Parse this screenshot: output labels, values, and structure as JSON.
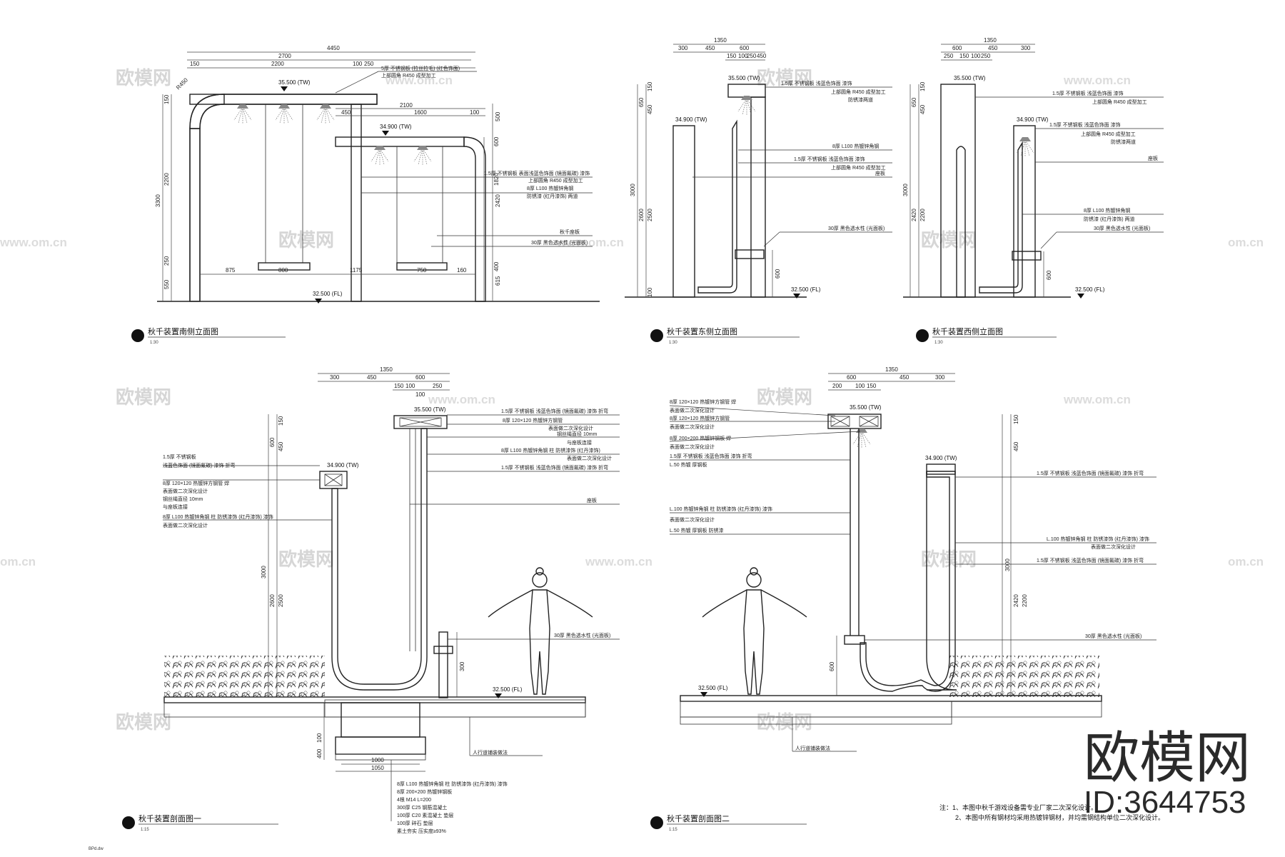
{
  "brand": {
    "logo_text": "欧模网",
    "id_text": "ID:3644753"
  },
  "watermark": {
    "text": "欧模网",
    "url": "www.om.cn",
    "url_short": "om.cn"
  },
  "corner_label": "BPd.dw",
  "footnotes": [
    "注：1、本图中秋千游戏设备需专业厂家二次深化设计。",
    "2、本图中所有钢材均采用热镀锌钢材，并均需钢结构单位二次深化设计。"
  ],
  "panels": [
    {
      "title": "秋千装置南侧立面图",
      "scale": "1:30",
      "top_dims": [
        "4450",
        "2700",
        "150",
        "2200",
        "100",
        "250",
        "2100",
        "1600",
        "450",
        "100"
      ],
      "side_dims": [
        "3300",
        "2200",
        "2420",
        "1820",
        "150",
        "550",
        "250",
        "500",
        "600",
        "400",
        "615"
      ],
      "bottom_dims": [
        "875",
        "800",
        "1175",
        "750",
        "160"
      ],
      "radius_label": "R450",
      "elevations": [
        "35.500 (TW)",
        "34.900 (TW)",
        "32.500 (FL)"
      ],
      "notes": [
        "5厚 不锈钢板 (拉丝拉毛) (红色饰面)",
        "上部圆角 R450 成型加工",
        "1.5厚 不锈钢板 表面浅蓝色饰面 (镜面氟碳) 漆饰",
        "上部圆角 R450 成型加工",
        "8厚 L100 热镀锌角钢",
        "防锈漆 (红丹漆饰) 两道",
        "秋千座板",
        "30厚 黑色透水性 (光面板)"
      ]
    },
    {
      "title": "秋千装置东侧立面图",
      "scale": "1:30",
      "top_dims": [
        "1350",
        "300",
        "450",
        "600",
        "150",
        "100",
        "250",
        "450"
      ],
      "side_dims": [
        "3000",
        "2600",
        "2500",
        "650",
        "450",
        "150",
        "600",
        "100"
      ],
      "elevations": [
        "35.500 (TW)",
        "34.900 (TW)",
        "32.500 (FL)"
      ],
      "notes": [
        "1.5厚 不锈钢板 浅蓝色饰面 漆饰",
        "上部圆角 R450 成型加工",
        "防锈漆两道",
        "8厚 L100 热镀锌角钢",
        "1.5厚 不锈钢板 浅蓝色饰面 漆饰",
        "上部圆角 R450 成型加工",
        "座板",
        "30厚 黑色透水性 (光面板)"
      ]
    },
    {
      "title": "秋千装置西侧立面图",
      "scale": "1:30",
      "top_dims": [
        "1350",
        "600",
        "450",
        "300",
        "250",
        "150",
        "100",
        "250"
      ],
      "side_dims": [
        "3000",
        "2420",
        "2200",
        "650",
        "450",
        "150",
        "600"
      ],
      "elevations": [
        "35.500 (TW)",
        "34.900 (TW)",
        "32.500 (FL)"
      ],
      "notes": [
        "1.5厚 不锈钢板 浅蓝色饰面 漆饰",
        "上部圆角 R450 成型加工",
        "1.5厚 不锈钢板 浅蓝色饰面 漆饰",
        "上部圆角 R450 成型加工",
        "防锈漆两道",
        "座板",
        "8厚 L100 热镀锌角钢",
        "防锈漆 (红丹漆饰) 两道",
        "30厚 黑色透水性 (光面板)"
      ]
    },
    {
      "title": "秋千装置剖面图一",
      "scale": "1:15",
      "top_dims": [
        "1350",
        "300",
        "450",
        "600",
        "150",
        "100",
        "250",
        "100"
      ],
      "side_dims": [
        "3000",
        "2600",
        "2500",
        "150",
        "450",
        "600",
        "300",
        "100",
        "400",
        "1050",
        "1000"
      ],
      "elevations": [
        "35.500 (TW)",
        "34.900 (TW)",
        "32.500 (FL)"
      ],
      "notes_left": [
        "1.5厚 不锈钢板",
        "浅蓝色饰面 (镜面氟碳) 漆饰 折弯",
        "8厚 120×120 热镀锌方钢管 焊",
        "表面做二次深化设计",
        "钢丝绳直径 10mm",
        "与座板连接",
        "8厚 L100 热镀锌角钢 柱 防锈漆饰 (红丹漆饰) 漆饰",
        "表面做二次深化设计"
      ],
      "notes_right": [
        "1.5厚 不锈钢板 浅蓝色饰面 (镜面氟碳) 漆饰 折弯",
        "8厚 120×120 热镀锌方钢管",
        "表面做二次深化设计",
        "钢丝绳直径 10mm",
        "与座板连接",
        "8厚 L100 热镀锌角钢 柱 防锈漆饰 (红丹漆饰)",
        "表面做二次深化设计",
        "1.5厚 不锈钢板 浅蓝色饰面 (镜面氟碳) 漆饰 折弯",
        "座板",
        "30厚 黑色透水性 (光面板)",
        "人行道铺装做法"
      ],
      "notes_bottom": [
        "8厚 L100 热镀锌角钢 柱 防锈漆饰 (红丹漆饰) 漆饰",
        "8厚 200×200 热镀锌钢板",
        "4根 M14 L=200",
        "300厚 C25 钢筋混凝土",
        "100厚 C20 素混凝土 垫层",
        "100厚 碎石 垫层",
        "素土夯实 压实度≥93%"
      ]
    },
    {
      "title": "秋千装置剖面图二",
      "scale": "1:15",
      "top_dims": [
        "1350",
        "600",
        "450",
        "300",
        "200",
        "100",
        "150"
      ],
      "side_dims": [
        "3000",
        "2420",
        "2200",
        "150",
        "450",
        "600"
      ],
      "elevations": [
        "35.500 (TW)",
        "34.900 (TW)",
        "32.500 (FL)"
      ],
      "notes_left": [
        "8厚 120×120 热镀锌方钢管 焊",
        "表面做二次深化设计",
        "8厚 120×120 热镀锌方钢管",
        "表面做二次深化设计",
        "8厚 200×200 热镀锌钢板 焊",
        "表面做二次深化设计",
        "1.5厚 不锈钢板 浅蓝色饰面 漆饰 折弯",
        "L.50 热镀 厚钢板",
        "L.100 热镀锌角钢 柱 防锈漆饰 (红丹漆饰) 漆饰",
        "表面做二次深化设计",
        "L.50 热镀 厚钢板 防锈漆"
      ],
      "notes_right": [
        "1.5厚 不锈钢板 浅蓝色饰面 (镜面氟碳) 漆饰 折弯",
        "L.100 热镀锌角钢 柱 防锈漆饰 (红丹漆饰) 漆饰",
        "表面做二次深化设计",
        "1.5厚 不锈钢板 浅蓝色饰面 (镜面氟碳) 漆饰 折弯",
        "30厚 黑色透水性 (光面板)",
        "人行道铺装做法"
      ]
    }
  ]
}
